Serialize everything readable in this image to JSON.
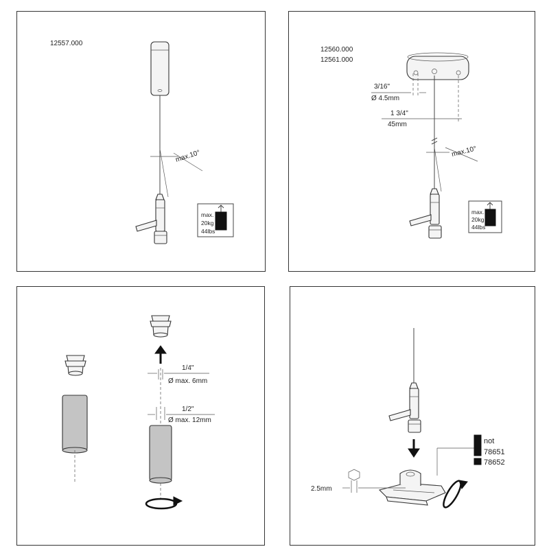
{
  "panel1": {
    "part_number": "12557.000",
    "angle_label": "max.10°",
    "load": {
      "line1": "max.",
      "line2": "20kg",
      "line3": "44lbs"
    }
  },
  "panel2": {
    "part_numbers": [
      "12560.000",
      "12561.000"
    ],
    "hole_imperial": "3/16\"",
    "hole_metric": "Ø 4.5mm",
    "spacing_imperial": "1 3/4\"",
    "spacing_metric": "45mm",
    "angle_label": "max.10°",
    "load": {
      "line1": "max.",
      "line2": "20kg",
      "line3": "44lbs"
    }
  },
  "panel3": {
    "small_diameter_imperial": "1/4\"",
    "small_diameter_metric": "Ø max. 6mm",
    "large_diameter_imperial": "1/2\"",
    "large_diameter_metric": "Ø max. 12mm"
  },
  "panel4": {
    "hex_key_size": "2.5mm",
    "warning": {
      "line1": "not",
      "line2": "78651",
      "line3": "78652"
    }
  }
}
